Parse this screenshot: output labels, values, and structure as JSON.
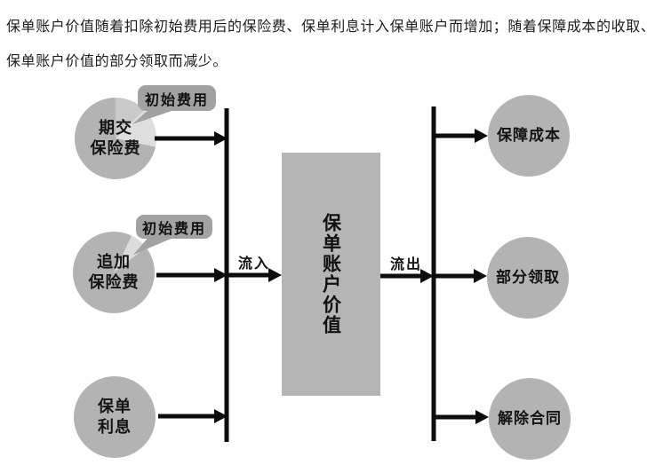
{
  "header": {
    "line1": "保单账户价值随着扣除初始费用后的保险费、保单利息计入保单账户而增加；随着保障成本的收取、",
    "line2": "保单账户价值的部分领取而减少。"
  },
  "diagram": {
    "center_box": {
      "label": "保单账户价值"
    },
    "flow_in_label": "流入",
    "flow_out_label": "流出",
    "sources": [
      {
        "line1": "期交",
        "line2": "保险费",
        "callout": "初始费用"
      },
      {
        "line1": "追加",
        "line2": "保险费",
        "callout": "初始费用"
      },
      {
        "line1": "保单",
        "line2": "利息"
      }
    ],
    "outflows": [
      {
        "label": "保障成本"
      },
      {
        "label": "部分领取"
      },
      {
        "label": "解除合同"
      }
    ],
    "colors": {
      "circle_fill": "#b3b3b3",
      "wedge_mid": "#c9c9c9",
      "wedge_light": "#dedede",
      "slice_light": "#dcdcdc",
      "box_fill": "#b5b5b5",
      "callout_fill": "#a2a2a2",
      "line_color": "#0d0d0d",
      "text_color": "#141414",
      "bg_color": "#ffffff"
    }
  }
}
